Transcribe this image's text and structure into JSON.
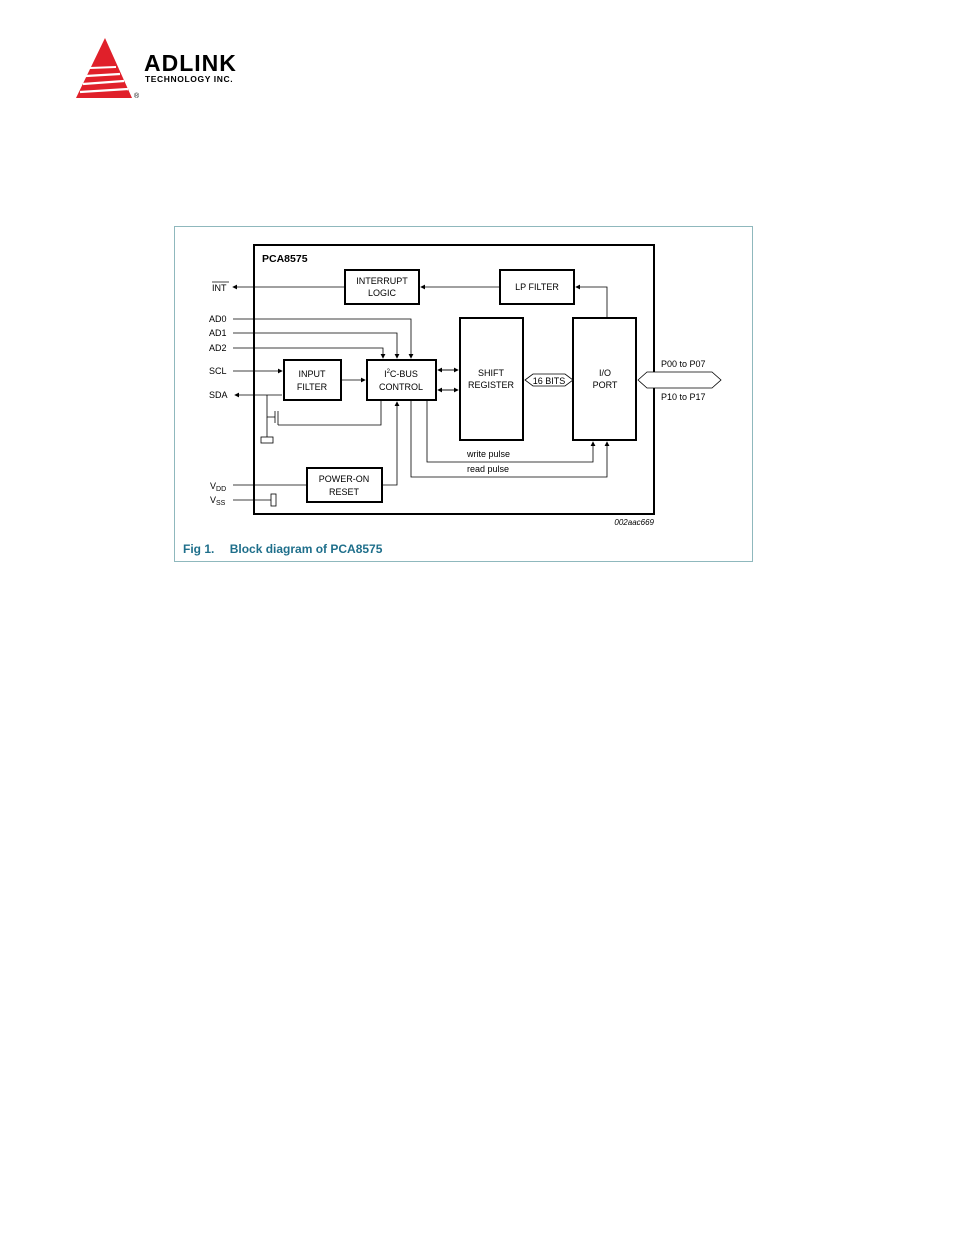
{
  "header": {
    "brand": "ADLINK",
    "brand_sub": "TECHNOLOGY INC.",
    "brand_mark": "®",
    "brand_color": "#e0202a"
  },
  "figure": {
    "caption_num": "Fig 1.",
    "caption_text": "Block diagram of PCA8575",
    "caption_color": "#1f6f8b",
    "doc_code": "002aac669",
    "chip_label": "PCA8575",
    "blocks": {
      "interrupt_logic": [
        "INTERRUPT",
        "LOGIC"
      ],
      "lp_filter": "LP FILTER",
      "input_filter": [
        "INPUT",
        "FILTER"
      ],
      "i2c_bus_control": {
        "l1_pre": "I",
        "l1_sup": "2",
        "l1_post": "C-BUS",
        "l2": "CONTROL"
      },
      "shift_register": [
        "SHIFT",
        "REGISTER"
      ],
      "io_port": [
        "I/O",
        "PORT"
      ],
      "power_on_reset": [
        "POWER-ON",
        "RESET"
      ]
    },
    "pins": {
      "int": "INT",
      "ad0": "AD0",
      "ad1": "AD1",
      "ad2": "AD2",
      "scl": "SCL",
      "sda": "SDA",
      "vdd": {
        "main": "V",
        "sub": "DD"
      },
      "vss": {
        "main": "V",
        "sub": "SS"
      }
    },
    "bus_label": "16 BITS",
    "port_labels": [
      "P00 to P07",
      "P10 to P17"
    ],
    "signals": {
      "write": "write pulse",
      "read": "read pulse"
    }
  }
}
